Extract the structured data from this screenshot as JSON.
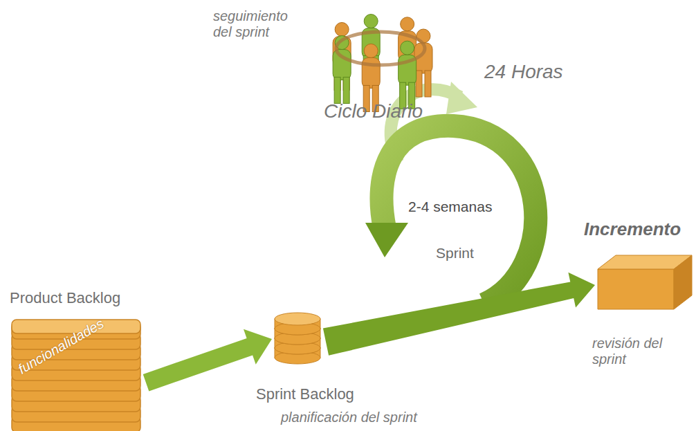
{
  "diagram": {
    "nodes": [
      {
        "text": [
          "Product Backlog",
          "funcionalidades"
        ]
      },
      {
        "text": [
          "Sprint Backlog",
          "planificación del sprint"
        ]
      },
      {
        "text": [
          "Incremento",
          "revisión del sprint"
        ]
      },
      {
        "text": [
          "seguimiento del sprint",
          "Ciclo Diario"
        ]
      }
    ],
    "edges": [
      {
        "from": 0,
        "to": 1,
        "arrow": "to"
      },
      {
        "from": 1,
        "to": 2,
        "arrow": "to"
      }
    ],
    "labels": [
      "24 Horas",
      "2-4 semanas",
      "Sprint"
    ]
  }
}
